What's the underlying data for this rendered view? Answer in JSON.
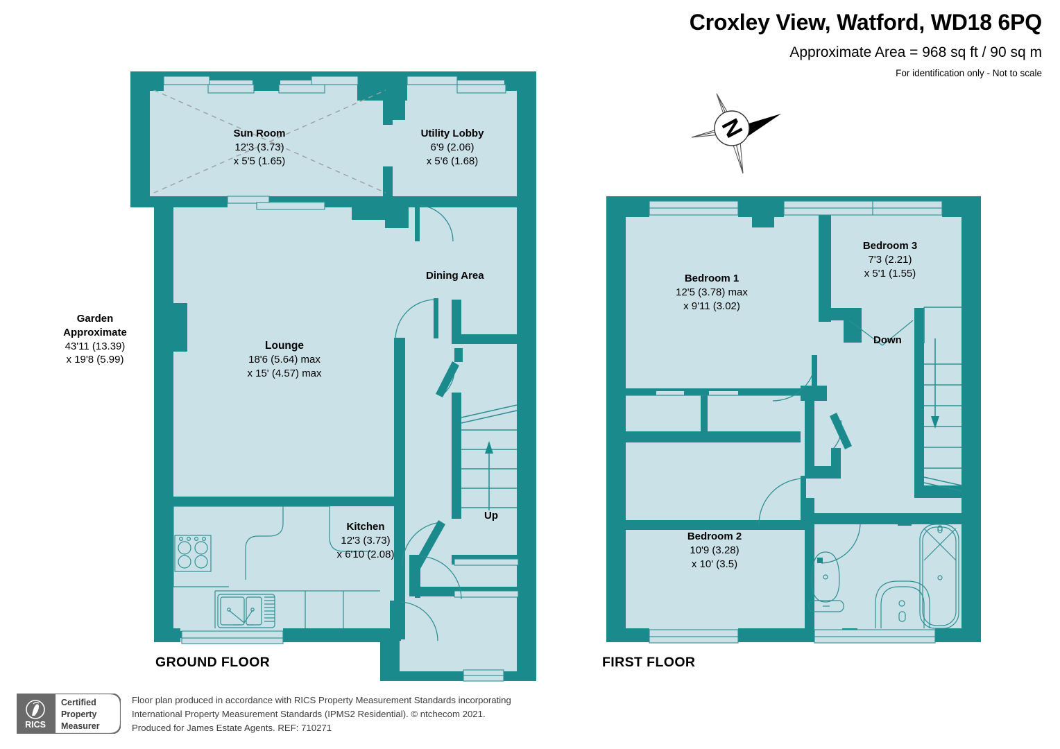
{
  "header": {
    "title": "Croxley View, Watford, WD18 6PQ",
    "area": "Approximate Area = 968 sq ft / 90 sq m",
    "disclaimer": "For identification only - Not to scale"
  },
  "compass": {
    "north_letter": "N"
  },
  "colors": {
    "wall": "#1b8a8d",
    "room_fill": "#cbe1e8",
    "fixture_line": "#2e8f93",
    "text": "#000000",
    "footer_text": "#3b3b3b",
    "badge_gray": "#6a6a6a"
  },
  "ground_floor": {
    "caption": "GROUND FLOOR",
    "rooms": [
      {
        "name": "Sun Room",
        "dim1": "12'3 (3.73)",
        "dim2": "x 5'5 (1.65)"
      },
      {
        "name": "Utility Lobby",
        "dim1": "6'9 (2.06)",
        "dim2": "x 5'6 (1.68)"
      },
      {
        "name": "Lounge",
        "dim1": "18'6 (5.64) max",
        "dim2": "x 15' (4.57) max"
      },
      {
        "name": "Kitchen",
        "dim1": "12'3 (3.73)",
        "dim2": "x 6'10 (2.08)"
      }
    ],
    "dining_label": "Dining Area",
    "stairs_label": "Up",
    "garden": {
      "line1": "Garden",
      "line2": "Approximate",
      "line3": "43'11 (13.39)",
      "line4": "x 19'8 (5.99)"
    }
  },
  "first_floor": {
    "caption": "FIRST FLOOR",
    "rooms": [
      {
        "name": "Bedroom 1",
        "dim1": "12'5 (3.78) max",
        "dim2": "x 9'11 (3.02)"
      },
      {
        "name": "Bedroom 3",
        "dim1": "7'3 (2.21)",
        "dim2": "x 5'1 (1.55)"
      },
      {
        "name": "Bedroom 2",
        "dim1": "10'9 (3.28)",
        "dim2": "x 10' (3.5)"
      }
    ],
    "stairs_label": "Down"
  },
  "footer": {
    "badge": {
      "logo": "RICS",
      "line1": "Certified",
      "line2": "Property",
      "line3": "Measurer"
    },
    "line1": "Floor plan produced in accordance with RICS Property Measurement Standards incorporating",
    "line2": "International Property Measurement Standards (IPMS2 Residential).    © ntchecom 2021.",
    "line3": "Produced for James Estate Agents.    REF: 710271"
  }
}
